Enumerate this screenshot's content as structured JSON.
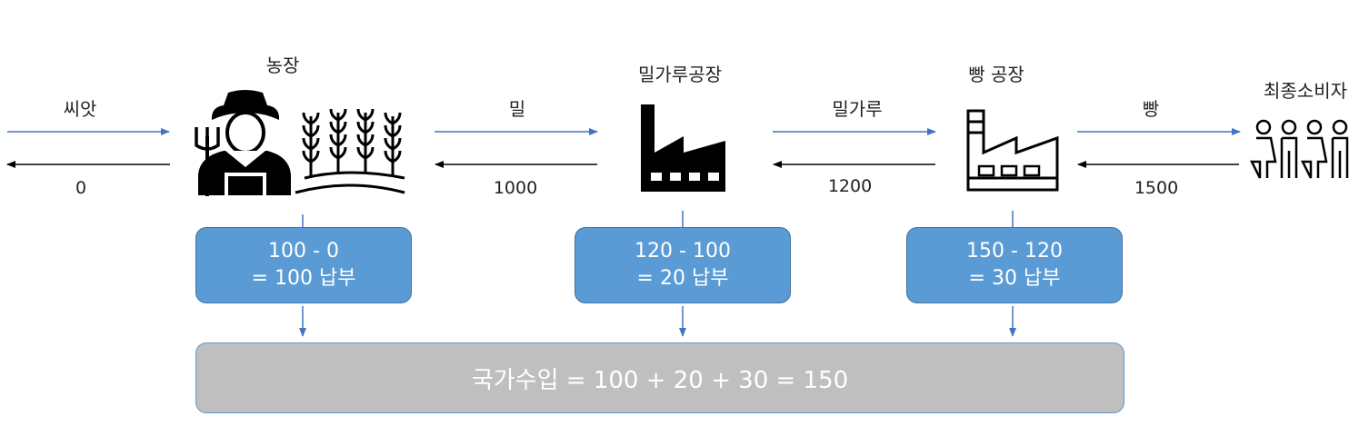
{
  "stages": {
    "farm": {
      "label": "농장"
    },
    "mill": {
      "label": "밀가루공장"
    },
    "bakery": {
      "label": "빵 공장"
    },
    "consumer": {
      "label": "최종소비자"
    }
  },
  "flows": [
    {
      "good": "씨앗",
      "payment": "0"
    },
    {
      "good": "밀",
      "payment": "1000"
    },
    {
      "good": "밀가루",
      "payment": "1200"
    },
    {
      "good": "빵",
      "payment": "1500"
    }
  ],
  "vat": [
    {
      "formula": "100 - 0",
      "result": "= 100 납부"
    },
    {
      "formula": "120 - 100",
      "result": "= 20 납부"
    },
    {
      "formula": "150 - 120",
      "result": "= 30 납부"
    }
  ],
  "total": {
    "text": "국가수입 = 100 + 20 + 30 = 150"
  },
  "colors": {
    "arrow_forward": "#4472c4",
    "arrow_back": "#000000",
    "box": "#5b9bd5",
    "total_box": "#bfbfbf"
  }
}
